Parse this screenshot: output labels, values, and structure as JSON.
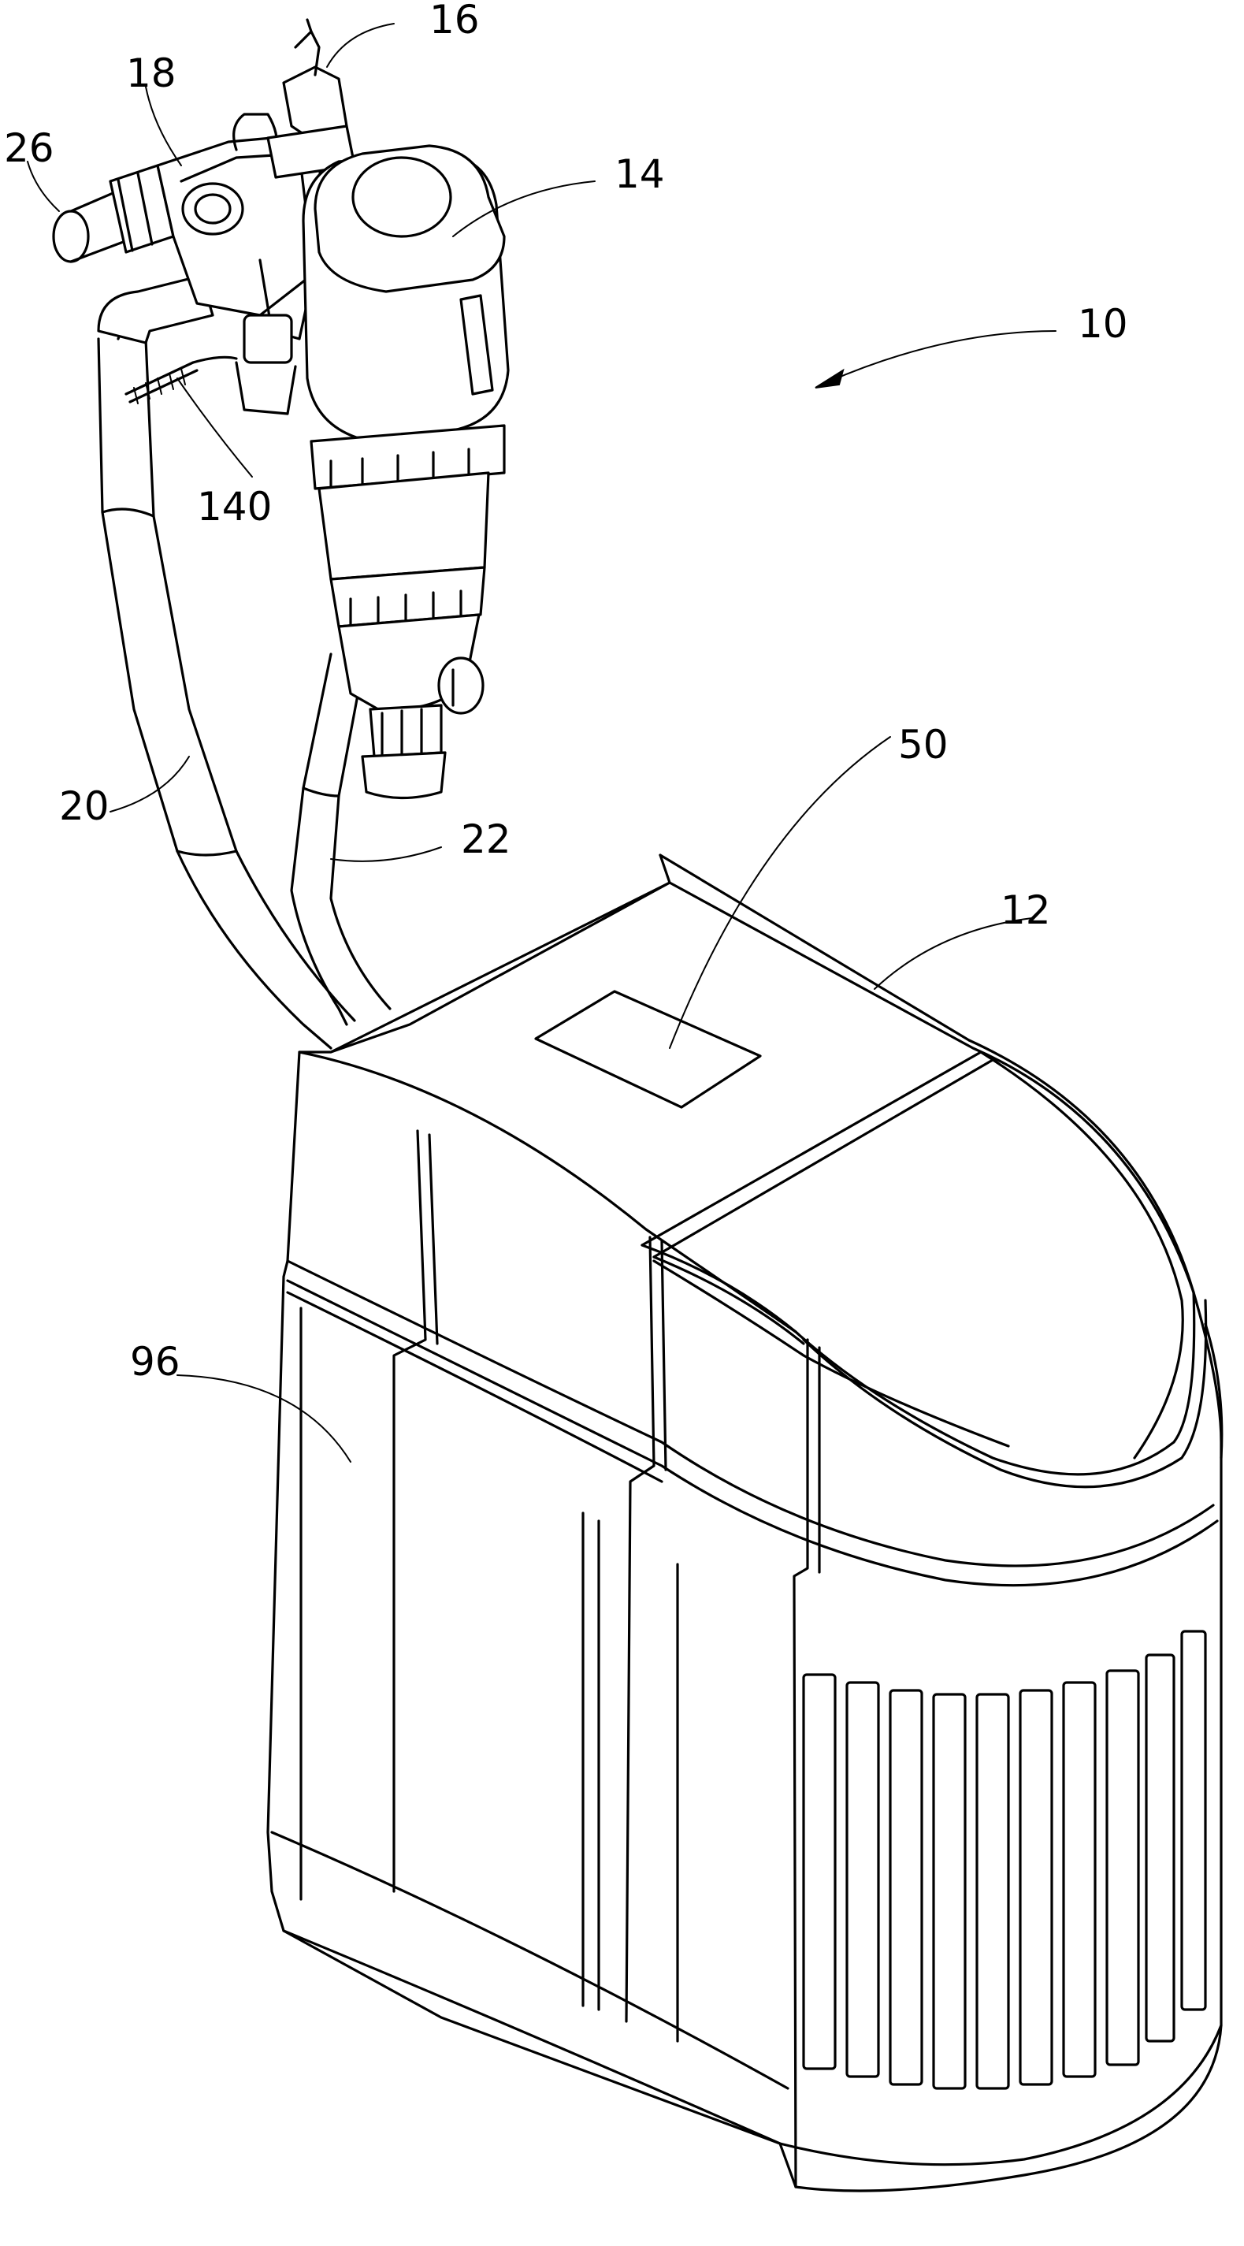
{
  "figure": {
    "reference_labels": {
      "overall_device": "10",
      "salt_tank": "12",
      "control_valve": "14",
      "top_fitting": "16",
      "bypass_valve": "18",
      "inlet_hose": "20",
      "outlet_hose": "22",
      "connector": "26",
      "wire_lead": "140",
      "lid_display_panel": "50",
      "cabinet_front": "96"
    }
  }
}
